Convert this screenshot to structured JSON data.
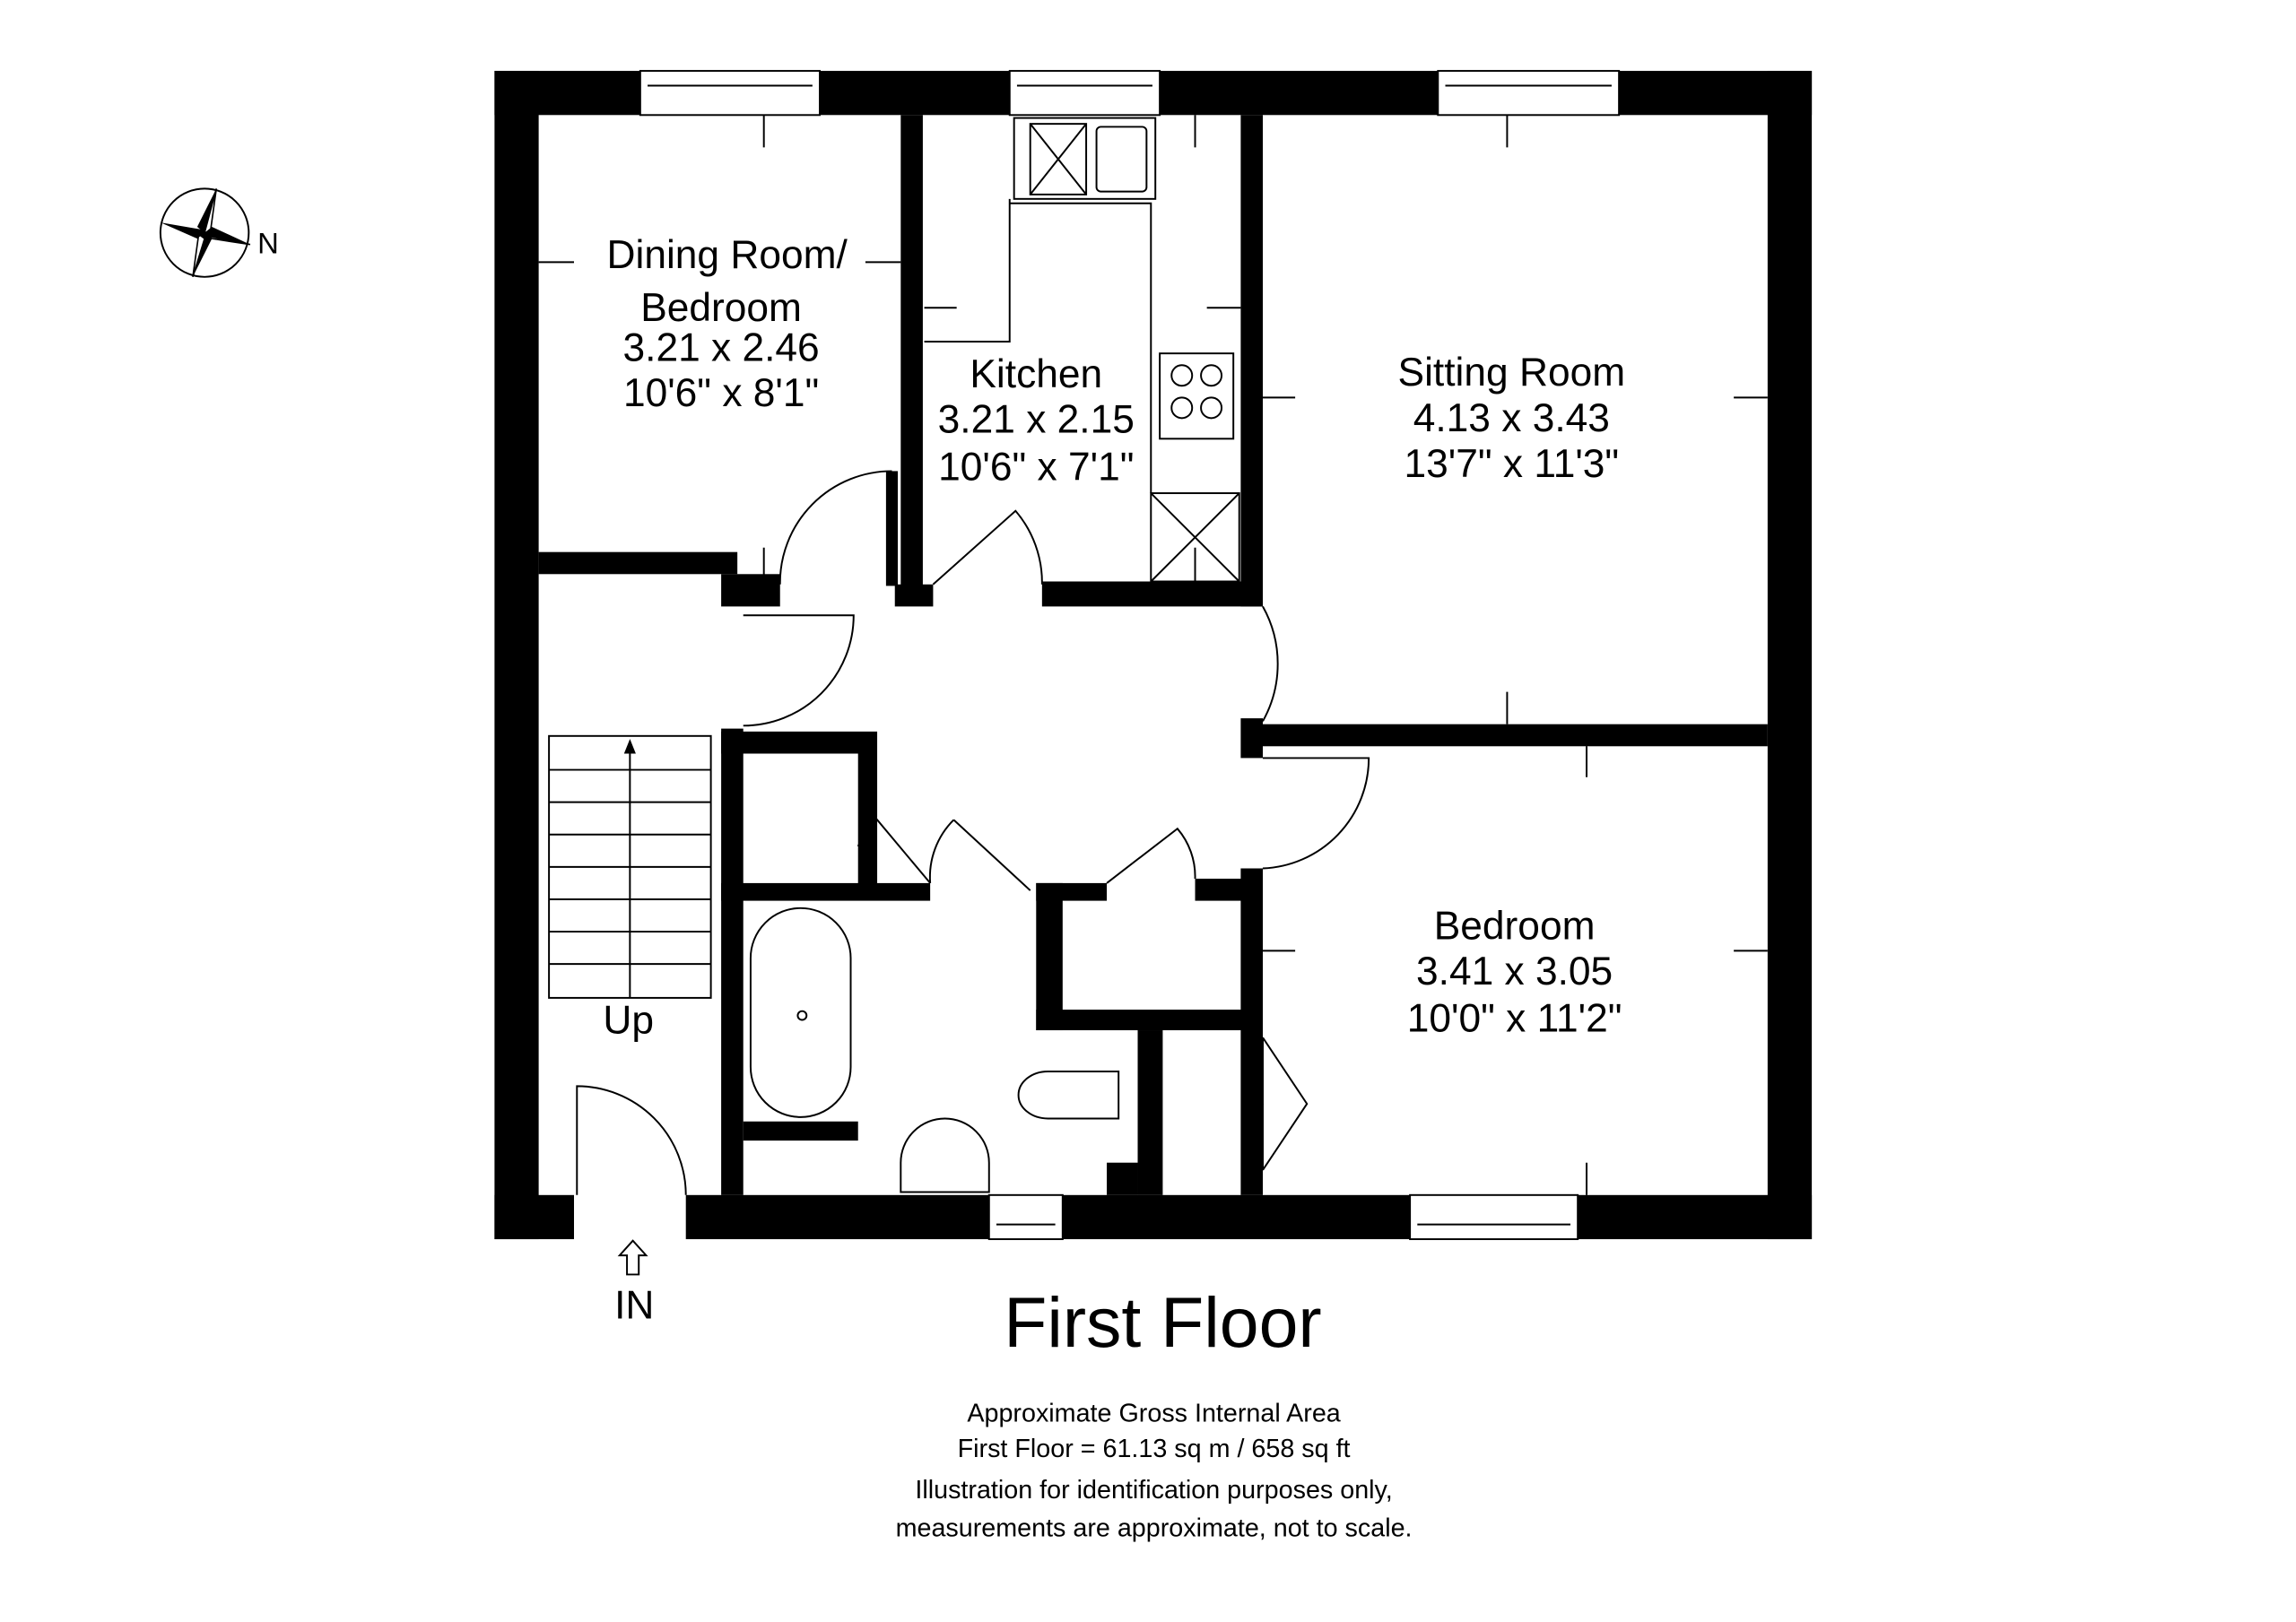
{
  "floor_title": "First Floor",
  "compass": {
    "label": "N"
  },
  "rooms": [
    {
      "name_line1": "Dining Room/",
      "name_line2": "Bedroom",
      "metric": "3.21 x 2.46",
      "imperial": "10'6\" x 8'1\""
    },
    {
      "name_line1": "Kitchen",
      "metric": "3.21 x 2.15",
      "imperial": "10'6\" x 7'1\""
    },
    {
      "name_line1": "Sitting Room",
      "metric": "4.13 x 3.43",
      "imperial": "13'7\" x 11'3\""
    },
    {
      "name_line1": "Bedroom",
      "metric": "3.41 x 3.05",
      "imperial": "10'0\" x 11'2\""
    }
  ],
  "stairs_label": "Up",
  "entrance_label": "IN",
  "footer": {
    "line1": "Approximate Gross Internal Area",
    "line2": "First Floor = 61.13 sq m / 658 sq ft",
    "line3": "Illustration for identification purposes only,",
    "line4": "measurements are approximate, not to scale."
  }
}
